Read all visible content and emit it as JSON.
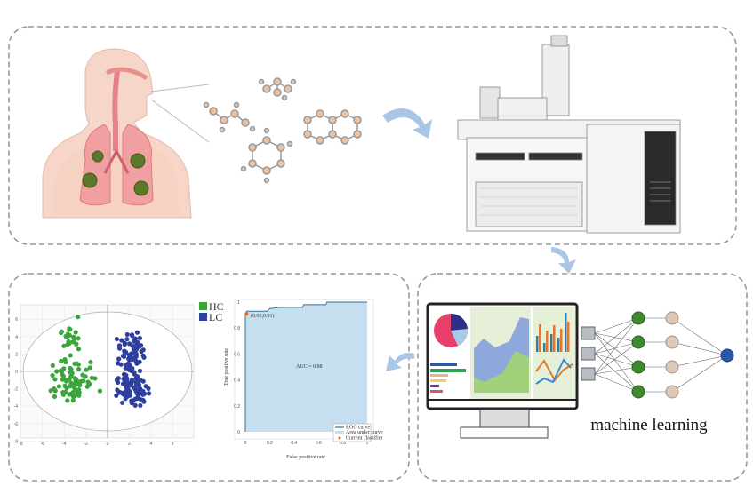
{
  "pca": {
    "legend": [
      {
        "label": "HC",
        "color": "#3aa53a"
      },
      {
        "label": "LC",
        "color": "#2e3f9e"
      }
    ],
    "x_ticks": [
      "-8",
      "-6",
      "-4",
      "-2",
      "0",
      "2",
      "4",
      "6"
    ],
    "y_ticks": [
      "6",
      "4",
      "2",
      "0",
      "-2",
      "-4",
      "-6",
      "-8"
    ]
  },
  "roc": {
    "ylabel": "True positive rate",
    "xlabel": "False positive rate",
    "auc_label": "AUC = 0.98",
    "point_label": "(0.01,0.91)",
    "x_ticks": [
      "0",
      "0.2",
      "0.4",
      "0.6",
      "0.8",
      "1"
    ],
    "y_ticks": [
      "0",
      "0.2",
      "0.4",
      "0.6",
      "0.8",
      "1"
    ],
    "legend": [
      "ROC curve",
      "Area under curve",
      "Current classifier"
    ],
    "fill_color": "#c5dff0",
    "curve_color": "#3a6f8f",
    "point_color": "#e07020"
  },
  "ml": {
    "label": "machine learning"
  }
}
